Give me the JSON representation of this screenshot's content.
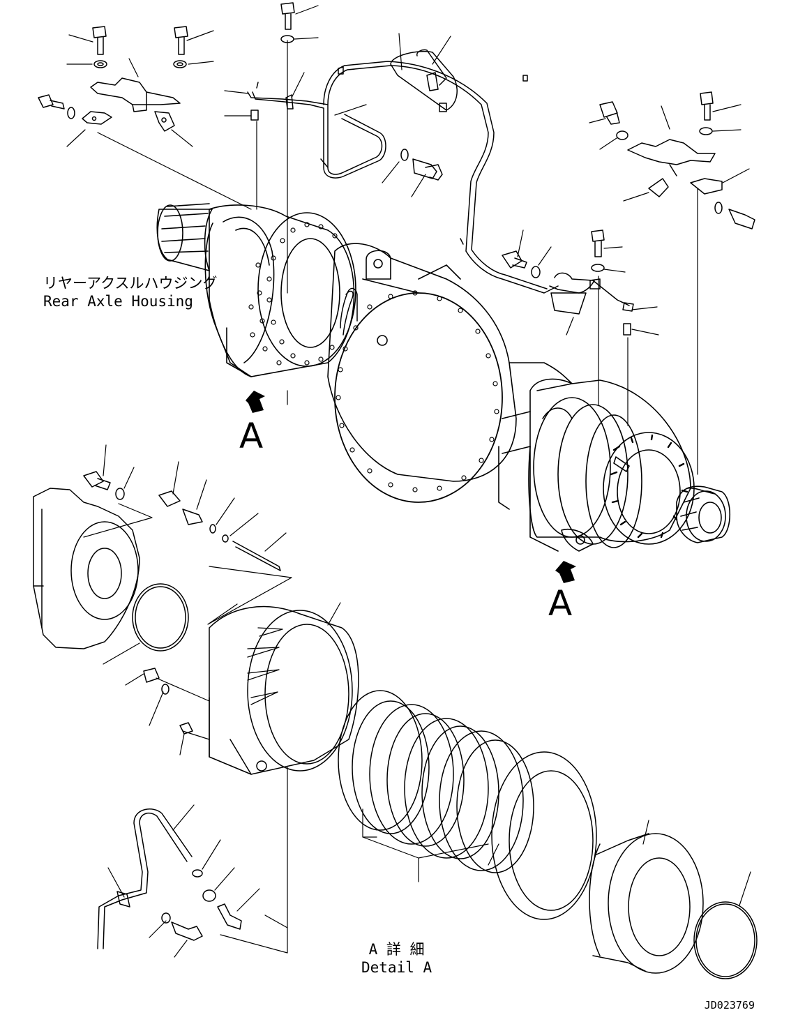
{
  "diagram": {
    "housing_label_jp": "リヤーアクスルハウジング",
    "housing_label_en": "Rear Axle Housing",
    "view_marker": "A",
    "detail_label_jp": "A 詳 細",
    "detail_label_en": "Detail A",
    "drawing_id": "JD023769"
  },
  "colors": {
    "ink": "#000000",
    "paper": "#ffffff"
  }
}
